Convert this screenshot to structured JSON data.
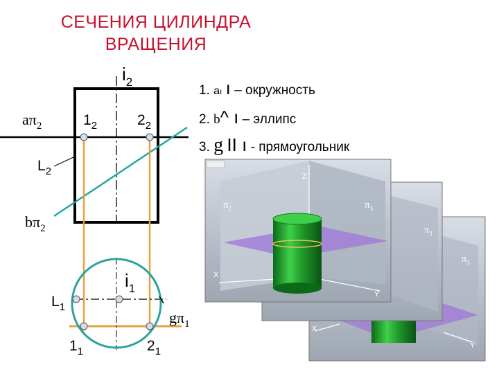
{
  "title": {
    "line1": "СЕЧЕНИЯ ЦИЛИНДРА",
    "line2": "ВРАЩЕНИЯ"
  },
  "list": [
    {
      "num": "1.",
      "sym": "а",
      "sub": "ı",
      "rel": "ı",
      "text": "– окружность"
    },
    {
      "num": "2.",
      "sym": "b",
      "rel": "^ ı",
      "text": "– эллипс"
    },
    {
      "num": "3.",
      "sym": "g",
      "rel": "II ı",
      "text": "- прямоугольник"
    }
  ],
  "labels": {
    "i2": "i",
    "i2_sub": "2",
    "p1_2": "1",
    "p1_2_sub": "2",
    "p2_2": "2",
    "p2_2_sub": "2",
    "a_pi2": "aπ",
    "a_pi2_sub": "2",
    "L2": "L",
    "L2_sub": "2",
    "b_pi2": "bπ",
    "b_pi2_sub": "2",
    "i1": "i",
    "i1_sub": "1",
    "L1": "L",
    "L1_sub": "1",
    "g_pi1": "gπ",
    "g_pi1_sub": "1",
    "p1_1": "1",
    "p1_1_sub": "1",
    "p2_1": "2",
    "p2_1_sub": "1"
  },
  "panel_labels": {
    "z": "Z",
    "x": "X",
    "y": "Y",
    "pi2": "π",
    "pi2_sub": "2",
    "pi3": "π",
    "pi3_sub": "3"
  },
  "colors": {
    "title": "#c8102e",
    "orange": "#e8a040",
    "teal": "#2aa3a0",
    "cylinder": "#1f9a2a",
    "plane": "#a07ad8",
    "point_fill": "#d7dde8"
  }
}
